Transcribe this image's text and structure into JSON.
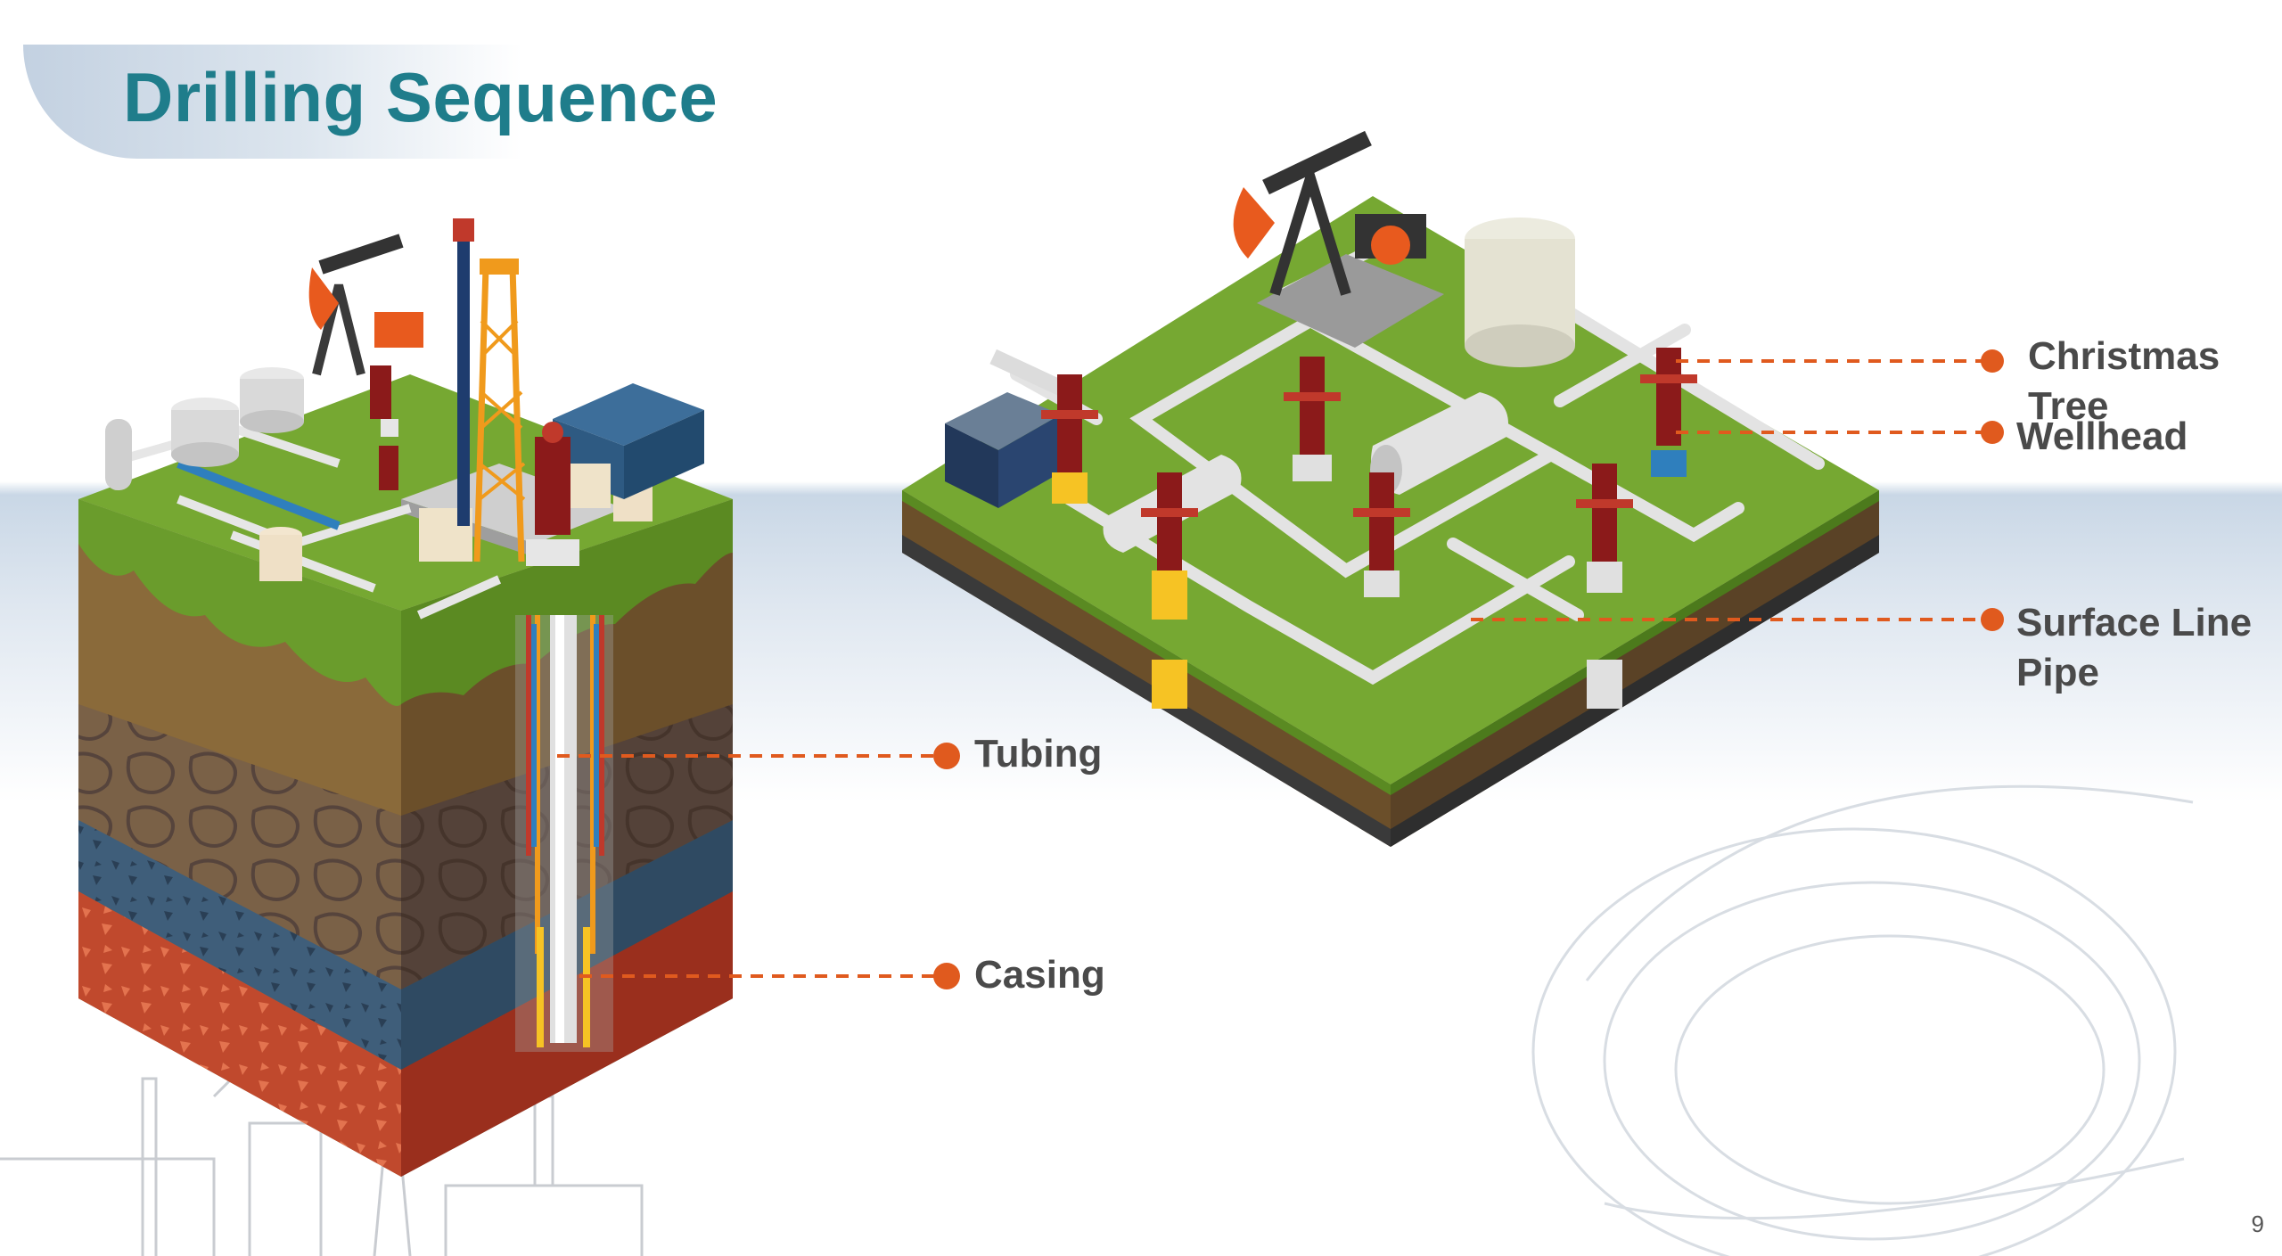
{
  "title": "Drilling Sequence",
  "labels": {
    "christmas_tree": "Christmas Tree",
    "wellhead": "Wellhead",
    "surface_line_pipe": "Surface Line Pipe",
    "tubing": "Tubing",
    "casing": "Casing"
  },
  "page_number": "9",
  "colors": {
    "title": "#1f7d8b",
    "callout_line": "#e05a1e",
    "label_text": "#4a4a4a",
    "grass": "#76a832",
    "soil_brown": "#8a6a3a",
    "rock_blue": "#3f5e7a",
    "rock_red": "#c0492d",
    "valve_red": "#8b1a1a"
  }
}
